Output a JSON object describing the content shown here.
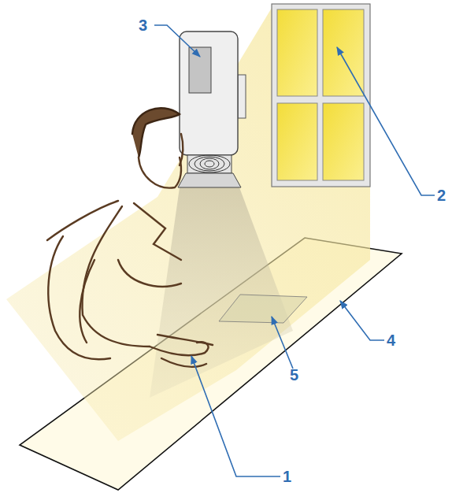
{
  "diagram": {
    "labels": [
      "3",
      "2",
      "4",
      "5",
      "1"
    ]
  }
}
